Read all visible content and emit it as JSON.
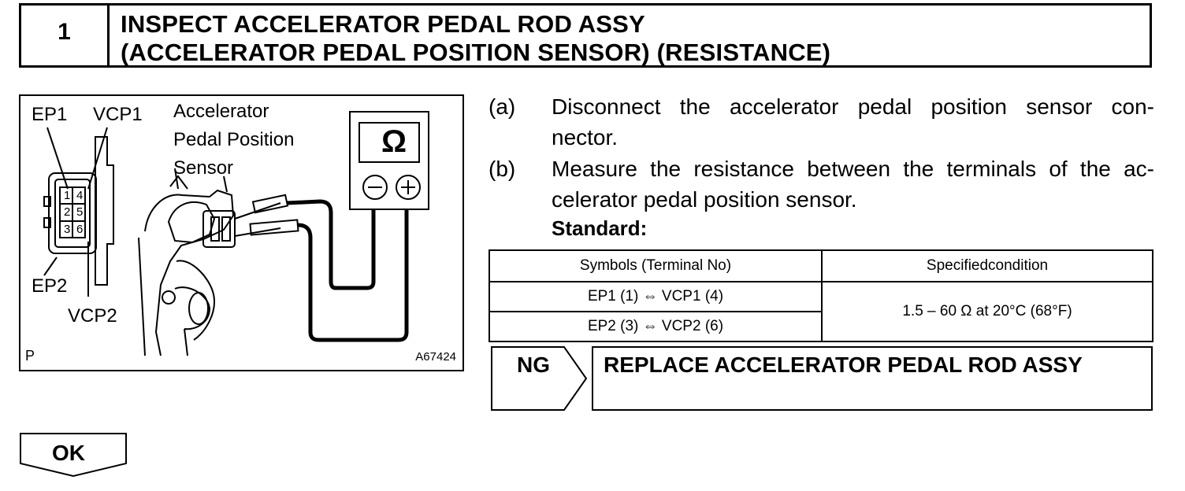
{
  "step": {
    "number": "1",
    "title_line1": "INSPECT ACCELERATOR PEDAL ROD ASSY",
    "title_line2": "(ACCELERATOR PEDAL POSITION SENSOR) (RESISTANCE)"
  },
  "figure": {
    "label_ep1": "EP1",
    "label_vcp1": "VCP1",
    "label_ep2": "EP2",
    "label_vcp2": "VCP2",
    "sensor_label_line1": "Accelerator",
    "sensor_label_line2": "Pedal Position",
    "sensor_label_line3": "Sensor",
    "meter_symbol": "Ω",
    "terminal_numbers": [
      "1",
      "4",
      "2",
      "5",
      "3",
      "6"
    ],
    "corner_left": "P",
    "corner_right": "A67424"
  },
  "instructions": [
    {
      "letter": "(a)",
      "line1": "Disconnect the accelerator pedal position sensor con-",
      "line2": "nector."
    },
    {
      "letter": "(b)",
      "line1": "Measure the resistance between the terminals of the ac-",
      "line2": "celerator pedal position sensor."
    }
  ],
  "standard_label": "Standard:",
  "spec_table": {
    "headers": [
      "Symbols (Terminal No)",
      "Specifiedcondition"
    ],
    "rows": [
      [
        "EP1 (1) ⇔ VCP1 (4)"
      ],
      [
        "EP2 (3) ⇔ VCP2 (6)"
      ]
    ],
    "condition": "1.5 – 60 Ω at 20°C (68°F)"
  },
  "ng": {
    "label": "NG",
    "action": "REPLACE ACCELERATOR PEDAL ROD ASSY"
  },
  "ok": {
    "label": "OK"
  }
}
